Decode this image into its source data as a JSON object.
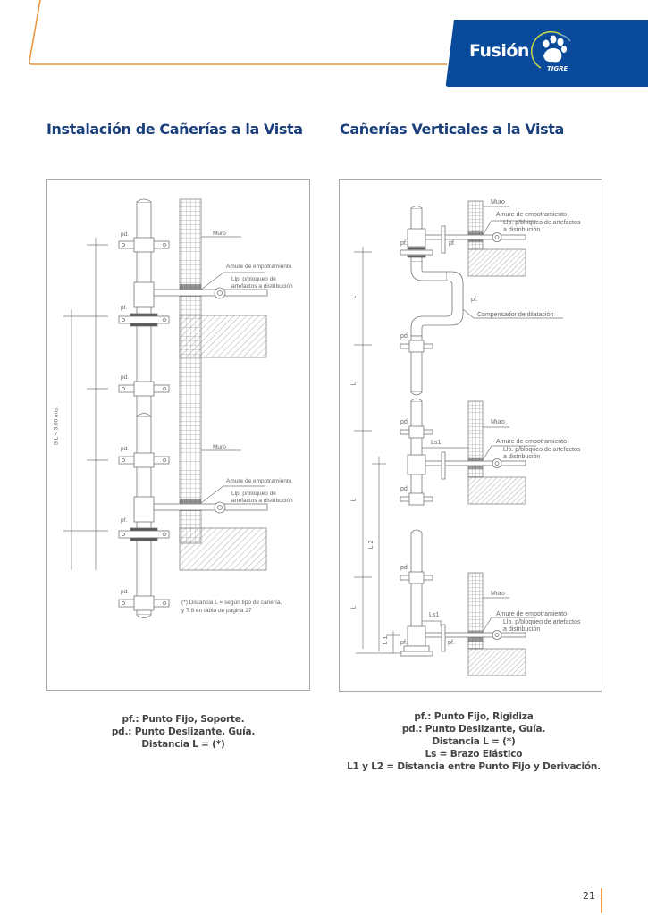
{
  "brand": {
    "name": "Fusión",
    "sub": "TIGRE",
    "colors": {
      "primary": "#0a4a9b",
      "accent_orange": "#e8923a",
      "title_blue": "#1b3f7a"
    },
    "icon": "paw-print-icon"
  },
  "sections": {
    "left": {
      "title": "Instalación de Cañerías a la Vista",
      "diagram": {
        "labels": {
          "pd": "pd.",
          "pf": "pf.",
          "muro": "Muro",
          "amure": "Amure de empotramiento",
          "llave_1": "Llp. p/bloqueo de",
          "llave_2": "artefactos a distribución",
          "dim": "S L < 3.00 mts.",
          "note_1": "(*) Distancia L = según tipo de cañería,",
          "note_2": "y T 8 en tabla de pagina 27"
        }
      },
      "legend": [
        "pf.: Punto Fijo, Soporte.",
        "pd.: Punto Deslizante, Guía.",
        "Distancia L = (*)"
      ]
    },
    "right": {
      "title": "Cañerías Verticales a la Vista",
      "diagram": {
        "labels": {
          "pd": "pd.",
          "pf": "pf.",
          "muro": "Muro",
          "amure": "Amure de empotramiento",
          "llave_1": "Llp. p/bloqueo de artefactos",
          "llave_2": "a distribución",
          "compensador": "Compensador de dilatación",
          "ls1": "Ls1",
          "L": "L",
          "L1": "L 1",
          "L2": "L 2"
        }
      },
      "legend": [
        "pf.: Punto Fijo, Rigidiza",
        "pd.: Punto Deslizante, Guía.",
        "Distancia L = (*)",
        "Ls = Brazo Elástico",
        "L1 y L2 = Distancia entre Punto Fijo y Derivación."
      ]
    }
  },
  "footer": {
    "page_number": "21"
  }
}
